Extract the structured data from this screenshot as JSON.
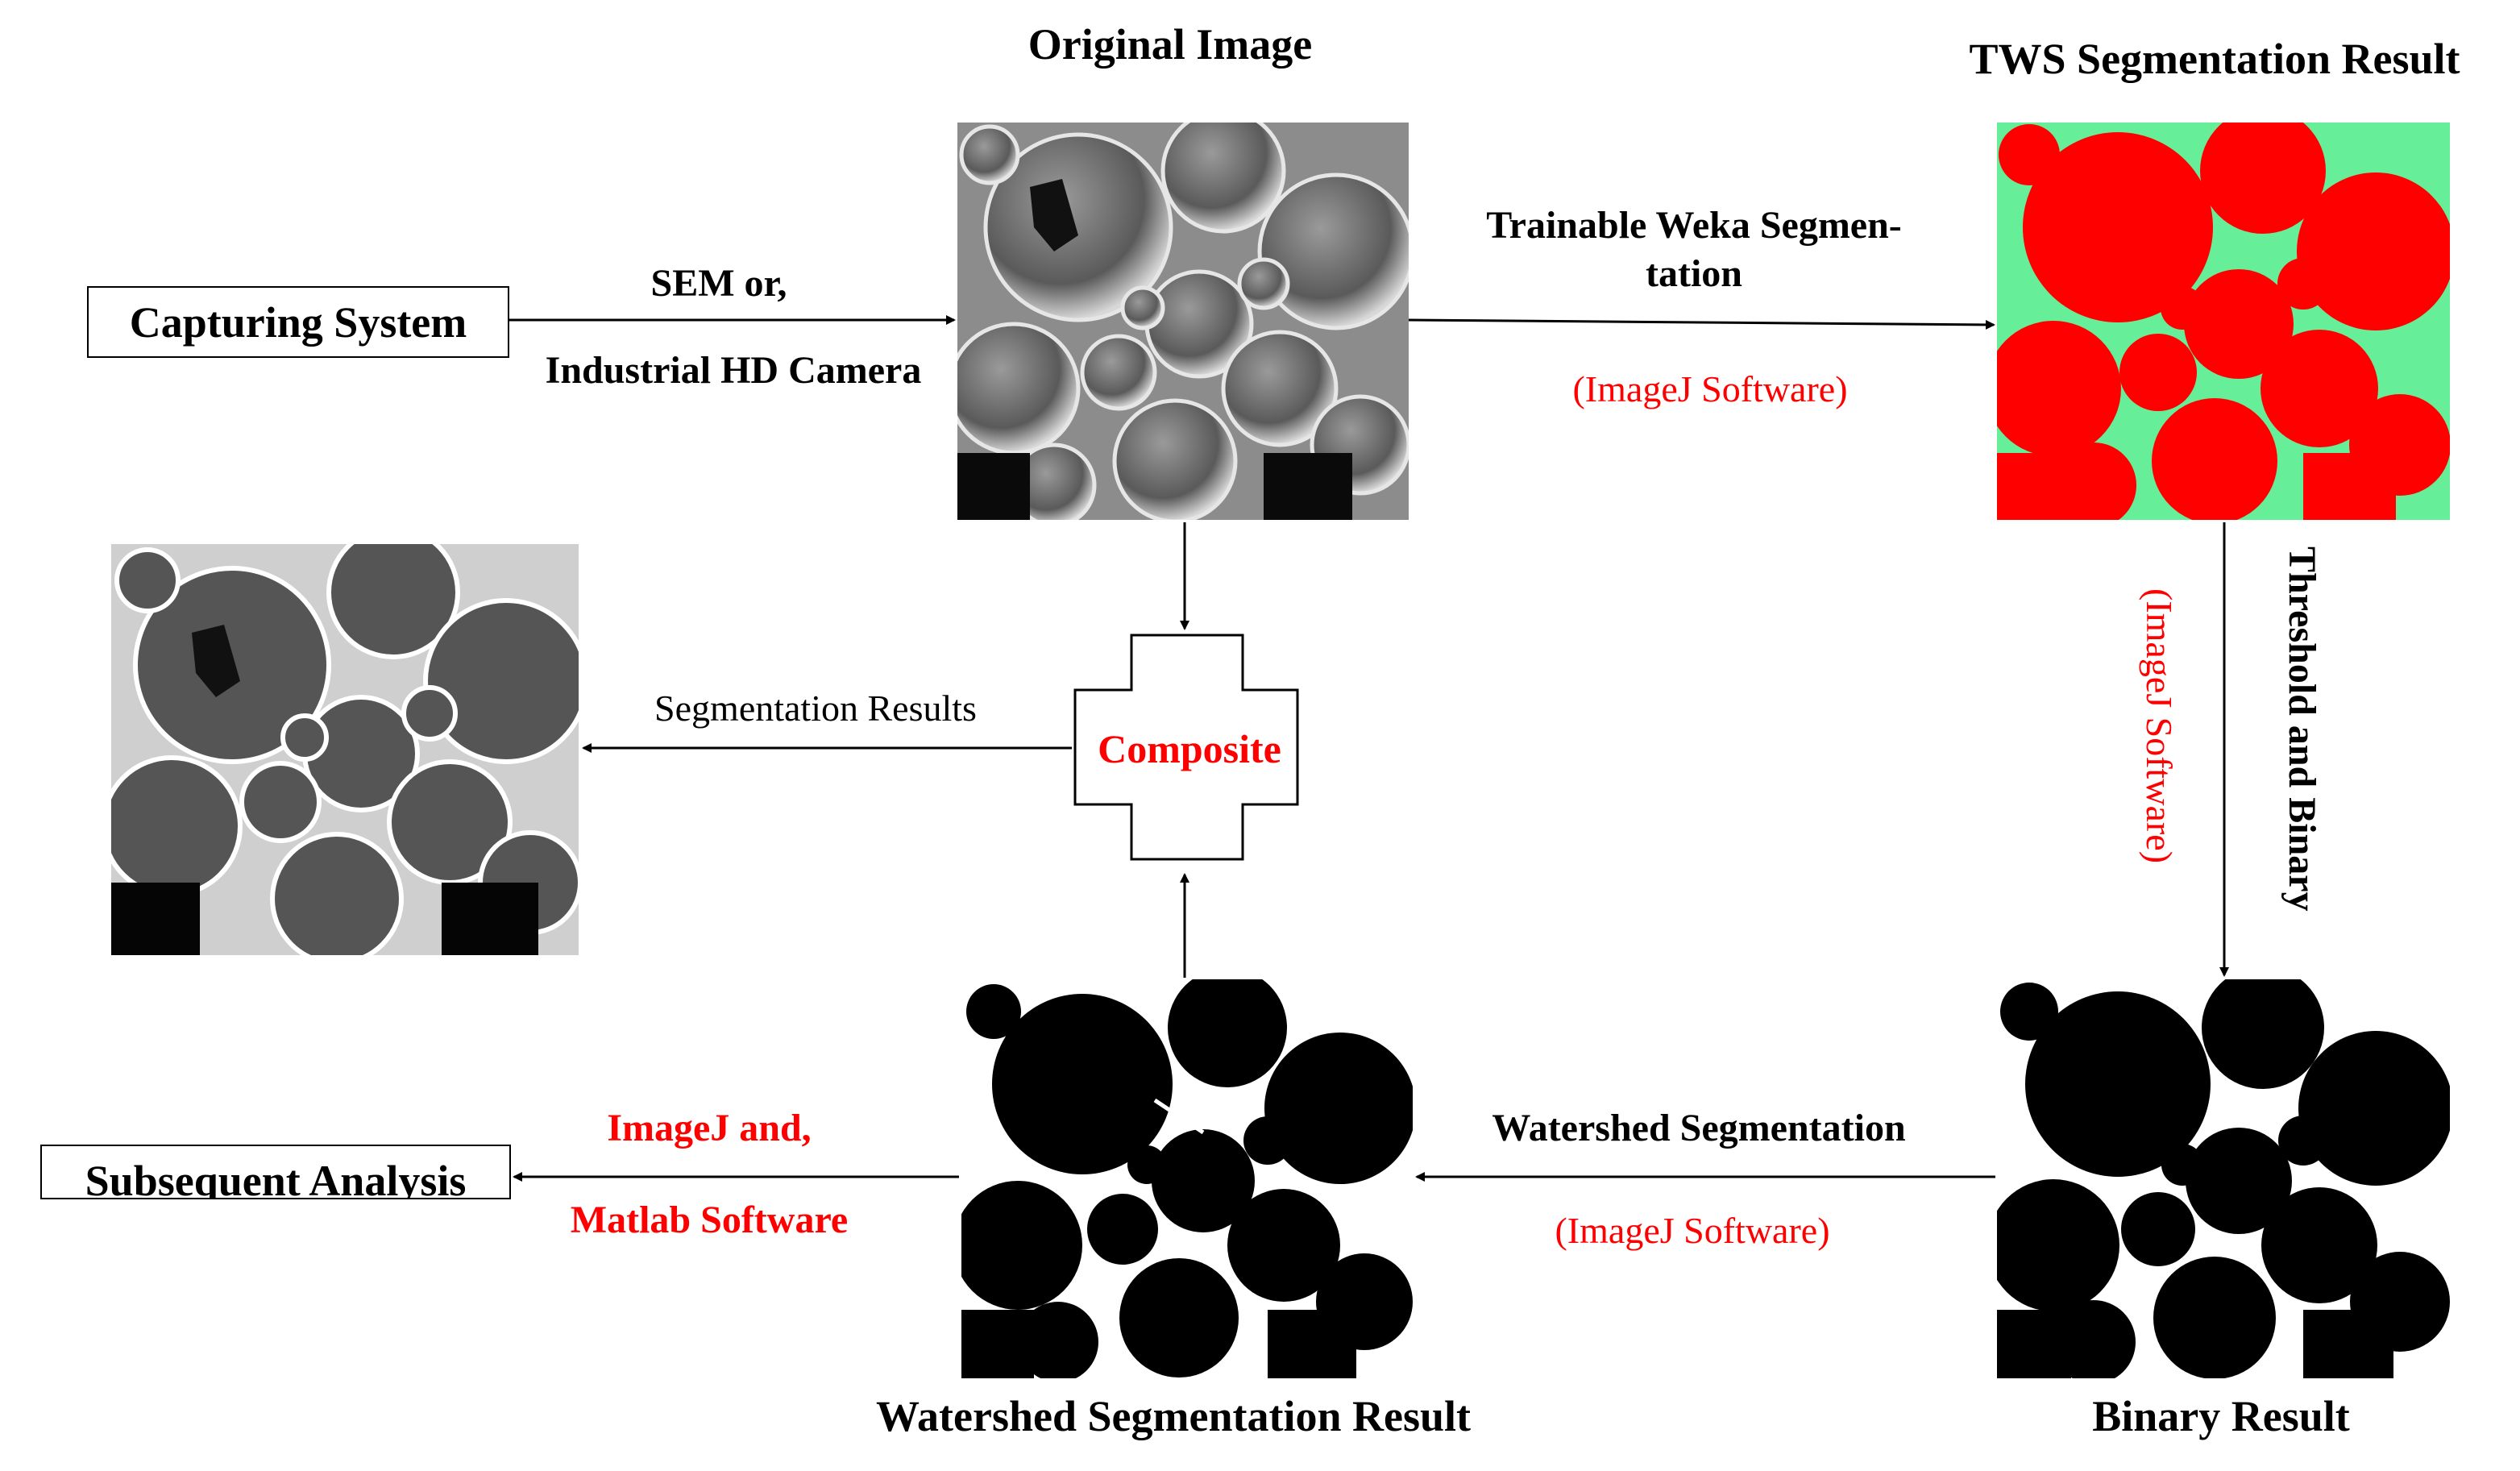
{
  "titles": {
    "original": "Original Image",
    "tws": "TWS Segmentation Result",
    "watershed_result": "Watershed Segmentation Result",
    "binary_result": "Binary Result"
  },
  "boxes": {
    "capturing": "Capturing System",
    "subsequent": "Subsequent Analysis",
    "composite": "Composite"
  },
  "labels": {
    "sem_line1": "SEM or,",
    "sem_line2": "Industrial HD Camera",
    "weka_line1": "Trainable Weka Segmen-",
    "weka_line2": "tation",
    "imagej_top": "(ImageJ Software)",
    "threshold": "Threshold and Binary",
    "imagej_right": "(ImageJ Software)",
    "segmentation_results": "Segmentation Results",
    "watershed_seg": "Watershed Segmentation",
    "imagej_bottom": "(ImageJ Software)",
    "imagej_and": "ImageJ and,",
    "matlab": "Matlab Software"
  },
  "colors": {
    "accent_red": "#ff0000",
    "tws_pore": "#ff0000",
    "tws_matrix": "#66ee99"
  }
}
